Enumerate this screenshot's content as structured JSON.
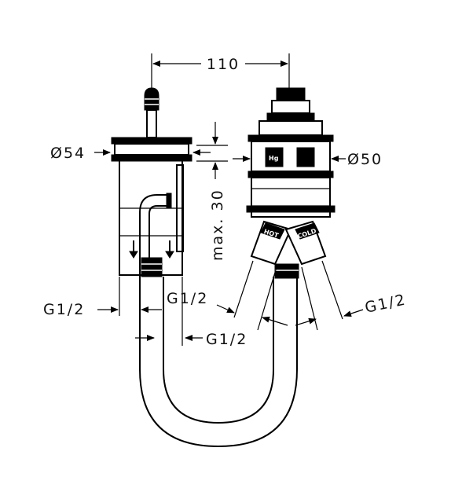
{
  "dimensions": {
    "top_width": "110",
    "left_diameter": "Ø54",
    "right_diameter": "Ø50",
    "max_height": "max. 30",
    "thread_left": "G1/2",
    "thread_middle_upper": "G1/2",
    "thread_middle_lower": "G1/2",
    "thread_right": "G1/2"
  },
  "labels": {
    "hot": "HOT",
    "cold": "COLD",
    "hg": "Hg"
  }
}
